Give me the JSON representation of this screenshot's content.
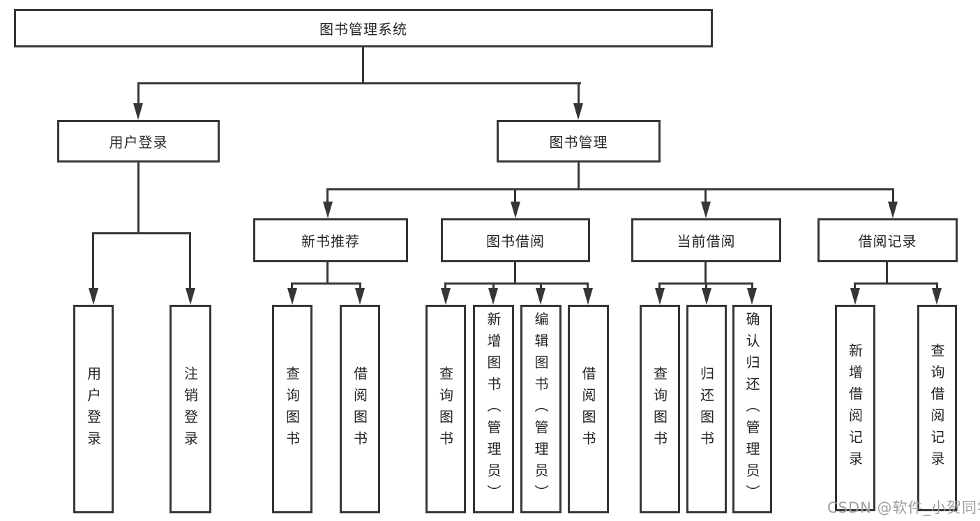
{
  "diagram": {
    "root": {
      "label": "图书管理系统"
    },
    "user_login": {
      "label": "用户登录",
      "children": [
        {
          "label": "用户登录"
        },
        {
          "label": "注销登录"
        }
      ]
    },
    "book_mgmt": {
      "label": "图书管理",
      "sections": [
        {
          "label": "新书推荐",
          "children": [
            {
              "label": "查询图书"
            },
            {
              "label": "借阅图书"
            }
          ]
        },
        {
          "label": "图书借阅",
          "children": [
            {
              "label": "查询图书"
            },
            {
              "label": "新增图书（管理员）"
            },
            {
              "label": "编辑图书（管理员）"
            },
            {
              "label": "借阅图书"
            }
          ]
        },
        {
          "label": "当前借阅",
          "children": [
            {
              "label": "查询图书"
            },
            {
              "label": "归还图书"
            },
            {
              "label": "确认归还（管理员）"
            }
          ]
        },
        {
          "label": "借阅记录",
          "children": [
            {
              "label": "新增借阅记录"
            },
            {
              "label": "查询借阅记录"
            }
          ]
        }
      ]
    }
  },
  "watermark": "CSDN @软件_小贺同学",
  "colors": {
    "line": "#363636",
    "text": "#252525",
    "watermark": "#9e9e9e",
    "background": "#ffffff"
  }
}
